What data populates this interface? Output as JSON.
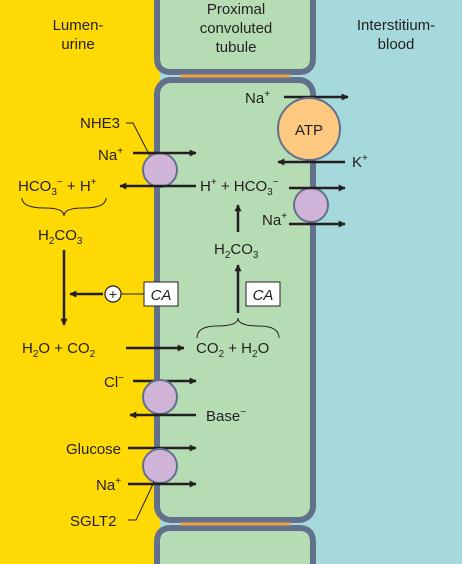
{
  "regions": {
    "lumen": "Lumen-\nurine",
    "tubule": "Proximal\nconvoluted\ntubule",
    "interstitium": "Interstitium-\nblood"
  },
  "colors": {
    "lumen_bg": "#fed904",
    "cell_fill": "#b6dcb3",
    "interstitium_bg": "#a6d9dc",
    "membrane": "#62708c",
    "transporter": "#cfb4d8",
    "atp_pump": "#fdc981",
    "junction": "#e8a23a"
  },
  "labels": {
    "na_top": "Na+",
    "atp": "ATP",
    "k": "K+",
    "nhe3": "NHE3",
    "na_nhe3": "Na+",
    "hco3_h_lumen": "HCO3− + H+",
    "h_hco3_cell": "H+ + HCO3−",
    "na_basolateral": "Na+",
    "h2co3_lumen": "H2CO3",
    "h2co3_cell": "H2CO3",
    "ca_lumen": "CA",
    "ca_cell": "CA",
    "plus": "+",
    "h2o_co2_lumen": "H2O + CO2",
    "co2_h2o_cell": "CO2 + H2O",
    "cl": "Cl−",
    "base": "Base−",
    "glucose": "Glucose",
    "na_sglt2": "Na+",
    "sglt2": "SGLT2"
  }
}
